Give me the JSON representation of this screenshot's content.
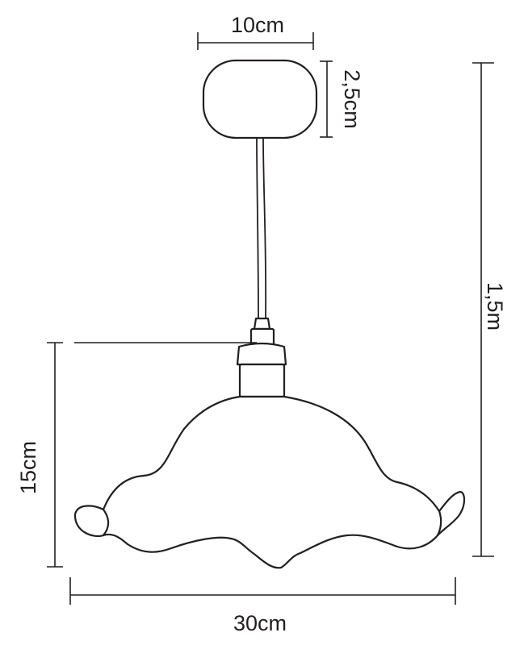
{
  "dimensions": {
    "canopy_width": "10cm",
    "canopy_height": "2,5cm",
    "total_height": "1,5m",
    "shade_height": "15cm",
    "shade_width": "30cm"
  },
  "colors": {
    "line": "#231f20",
    "background": "#ffffff"
  }
}
